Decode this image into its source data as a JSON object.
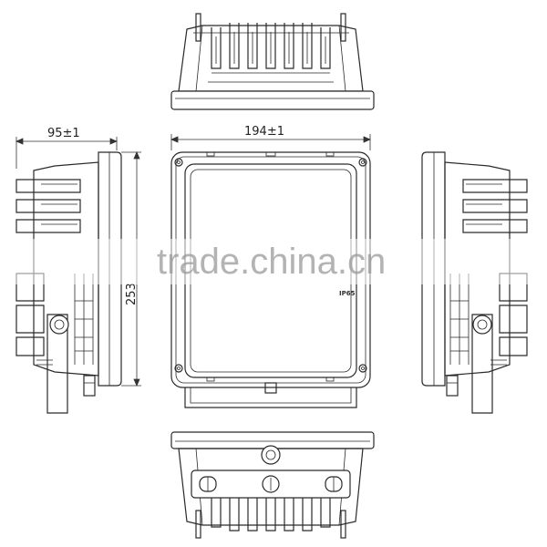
{
  "dimensions": {
    "depth_label": "95±1",
    "width_label": "194±1",
    "height_label": "253"
  },
  "marking": {
    "ip_rating": "IP65"
  },
  "watermark": {
    "text": "trade.china.cn"
  }
}
